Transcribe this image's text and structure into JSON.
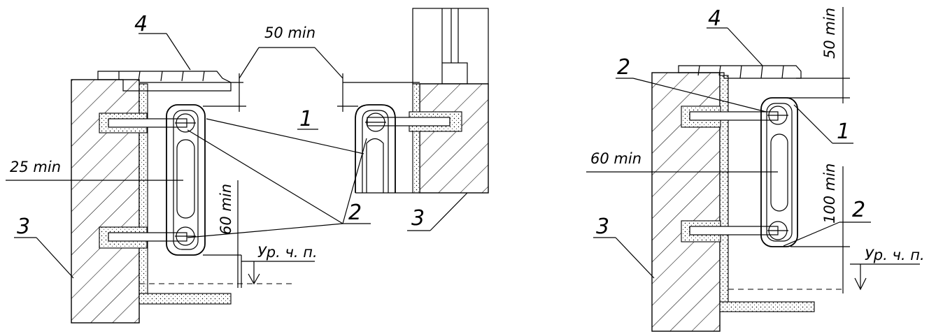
{
  "labels": {
    "sill": "4",
    "radiator": "1",
    "bracket": "2",
    "wall": "3",
    "floor_level": "Ур. ч. п."
  },
  "dimensions": {
    "left_gap_top": "50 min",
    "left_wall_gap": "25 min",
    "left_floor_gap": "60 min",
    "right_gap_top": "50 min",
    "right_wall_gap": "60 min",
    "right_floor_gap": "100 min"
  },
  "colors": {
    "line": "#000000",
    "background": "#ffffff"
  }
}
